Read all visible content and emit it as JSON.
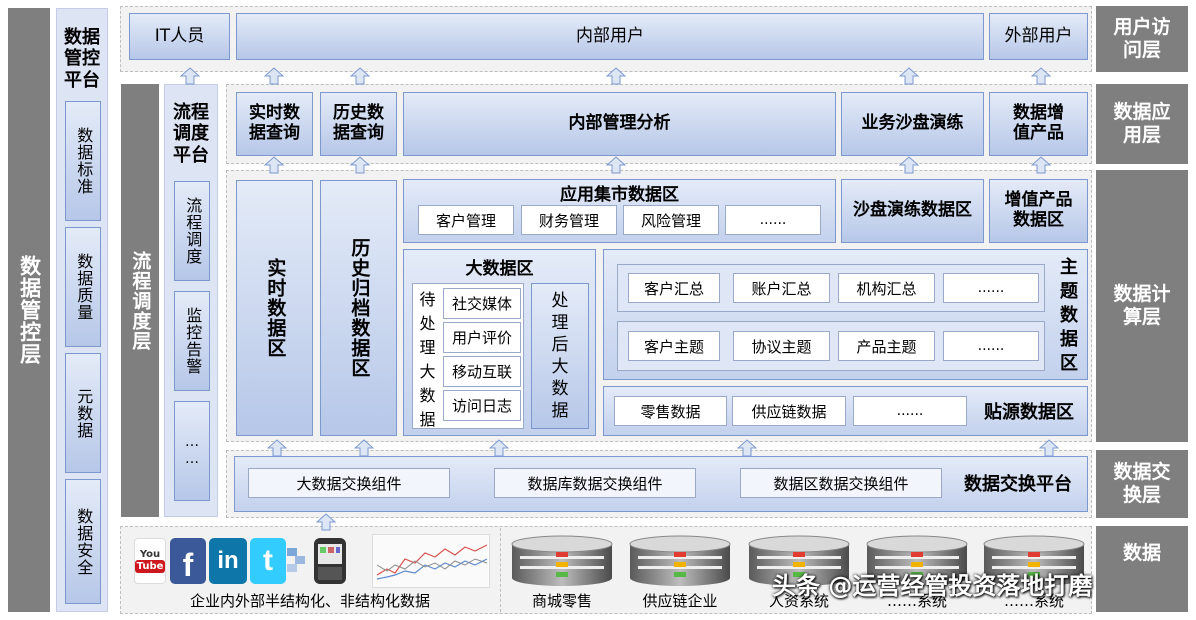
{
  "left_layer": {
    "label": "数据管控层"
  },
  "control_platform": {
    "title": "数据管控平台",
    "items": [
      "数据标准",
      "数据质量",
      "元数据",
      "数据安全"
    ]
  },
  "flow_layer": {
    "label": "流程调度层"
  },
  "flow_platform": {
    "title": "流程调度平台",
    "items": [
      "流程调度",
      "监控告警",
      "……"
    ]
  },
  "right_layers": {
    "user_access": "用户访问层",
    "data_app": "数据应用层",
    "data_compute": "数据计算层",
    "data_exchange": "数据交换层",
    "data_source": "数据"
  },
  "user_layer": {
    "it": "IT人员",
    "internal": "内部用户",
    "external": "外部用户"
  },
  "app_layer": {
    "realtime_query": "实时数据查询",
    "history_query": "历史数据查询",
    "internal_analysis": "内部管理分析",
    "sandbox": "业务沙盘演练",
    "value_added": "数据增值产品"
  },
  "compute_layer": {
    "realtime_zone": "实时数据区",
    "history_zone": "历史归档数据区",
    "app_mart": {
      "title": "应用集市数据区",
      "items": [
        "客户管理",
        "财务管理",
        "风险管理",
        "......"
      ]
    },
    "sandbox_zone": "沙盘演练数据区",
    "value_zone": "增值产品数据区",
    "bigdata": {
      "title": "大数据区",
      "pending": "待处理大数据",
      "items": [
        "社交媒体",
        "用户评价",
        "移动互联",
        "访问日志"
      ],
      "processed": "处理后大数据"
    },
    "subject": {
      "title": "主题数据区",
      "row1": [
        "客户汇总",
        "账户汇总",
        "机构汇总",
        "......"
      ],
      "row2": [
        "客户主题",
        "协议主题",
        "产品主题",
        "......"
      ]
    },
    "source_zone": {
      "title": "贴源数据区",
      "items": [
        "零售数据",
        "供应链数据",
        "......"
      ]
    }
  },
  "exchange_layer": {
    "title": "数据交换平台",
    "items": [
      "大数据交换组件",
      "数据库数据交换组件",
      "数据区数据交换组件"
    ]
  },
  "source_layer": {
    "unstructured_label": "企业内外部半结构化、非结构化数据",
    "logos": [
      "You Tube",
      "f",
      "in",
      "t"
    ],
    "systems": [
      "商城零售",
      "供应链企业",
      "人资系统",
      "……系统",
      "……系统"
    ],
    "watermark": "头条 @运营经管投资落地打磨"
  },
  "colors": {
    "layer_gray": "#7f7f7f",
    "box_blue": "#b6c7e8",
    "youtube_red": "#cc181e",
    "facebook_blue": "#3b5998",
    "linkedin_blue": "#0e76a8",
    "twitter_blue": "#33ccff"
  }
}
